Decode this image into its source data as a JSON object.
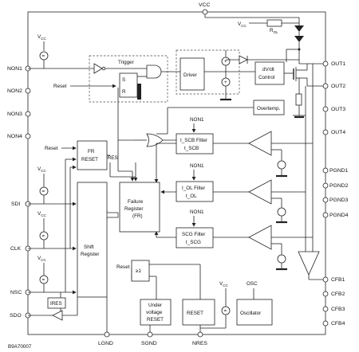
{
  "pins": {
    "top": "VCC",
    "left": [
      "NON1",
      "NON2",
      "NON3",
      "NON4",
      "SDI",
      "CLK",
      "NSC",
      "SDO"
    ],
    "right": [
      "OUT1",
      "OUT2",
      "OUT3",
      "OUT4",
      "PGND1",
      "PGND2",
      "PGND3",
      "PGND4",
      "CFB1",
      "CFB2",
      "CFB3",
      "CFB4"
    ],
    "bottom": [
      "LGND",
      "SGND",
      "NRES"
    ]
  },
  "labels": {
    "vcc": "V",
    "vcc_sub": "CC",
    "rol": "R",
    "rol_sub": "OL",
    "reset": "Reset",
    "trigger": "Trigger",
    "s": "S",
    "r": "R",
    "driver": "Driver",
    "dvdt_l1": "dV/dt",
    "dvdt_l2": "Control",
    "overtemp": "Overtemp.",
    "non1": "NON1",
    "iscb_l1": "I_SCB Filter",
    "iscb_l2": "t_SCB",
    "iol_l1": "I_OL Filter",
    "iol_l2": "t_OL",
    "scg_l1": "SCG Filter",
    "scg_l2": "t_SCG",
    "fr_l1": "FR",
    "fr_l2": "RESET",
    "ires": "IRES",
    "failure_l1": "Failure",
    "failure_l2": "Register",
    "failure_l3": "(FR)",
    "shift_l1": "Shift",
    "shift_l2": "Register",
    "ge1": "≥1",
    "uv_l1": "Under",
    "uv_l2": "voltage",
    "uv_l3": "RESET",
    "resetbox": "RESET",
    "osc": "OSC",
    "oscillator": "Oscillator",
    "figure_id": "B9A70007"
  }
}
